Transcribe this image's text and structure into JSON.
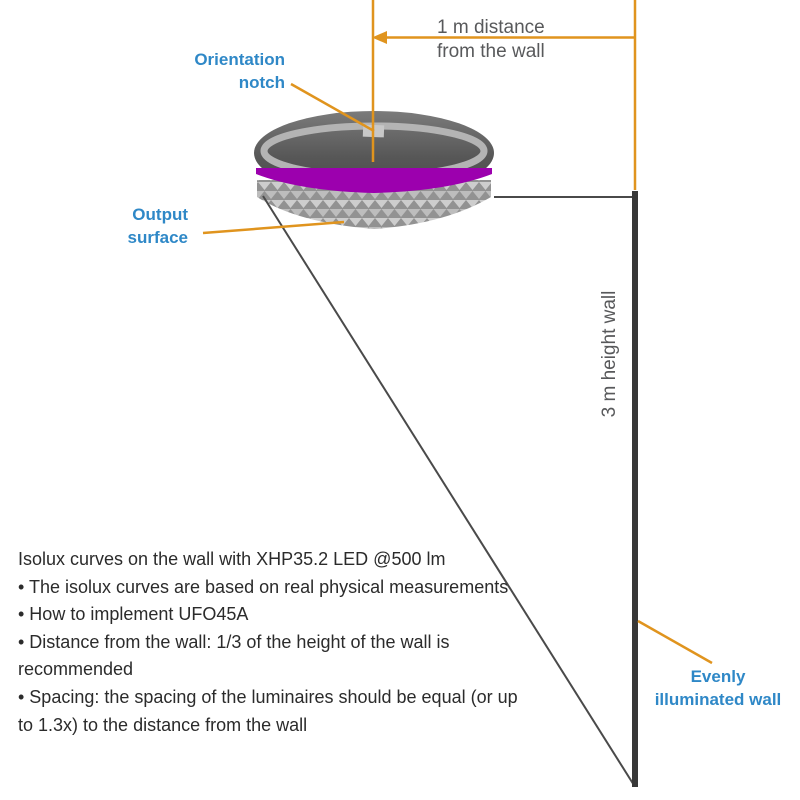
{
  "annotations": {
    "distance_label": {
      "line1": "1 m distance",
      "line2": "from the wall"
    },
    "wall_height_label": "3 m height wall",
    "orientation_notch_label": {
      "line1": "Orientation",
      "line2": "notch"
    },
    "output_surface_label": {
      "line1": "Output",
      "line2": "surface"
    },
    "evenly_illuminated_label": {
      "line1": "Evenly",
      "line2": "illuminated wall"
    }
  },
  "notes": {
    "title": "Isolux curves on the wall with XHP35.2 LED @500 lm",
    "bullets": [
      "• The isolux curves are based on real physical measurements",
      "• How to implement UFO45A",
      "• Distance from the wall: 1/3 of the height of the wall is recommended",
      "• Spacing: the spacing of the luminaires should be equal (or up to 1.3x) to the distance from the wall"
    ]
  },
  "measurements": {
    "distance_from_wall_m": 1,
    "wall_height_m": 3
  },
  "colors": {
    "accent_orange": "#E0941E",
    "label_blue": "#2F88C7",
    "dimension_text": "#58595B",
    "body_text": "#2B2B2B",
    "wall_gray": "#383838",
    "cone_line_gray": "#4A4A4A",
    "dome_gray": "#5A5A5A",
    "rim_silver": "#B4B4B4",
    "pcb_purple": "#9C00AE",
    "lens_gray": "#C9C9C9"
  }
}
